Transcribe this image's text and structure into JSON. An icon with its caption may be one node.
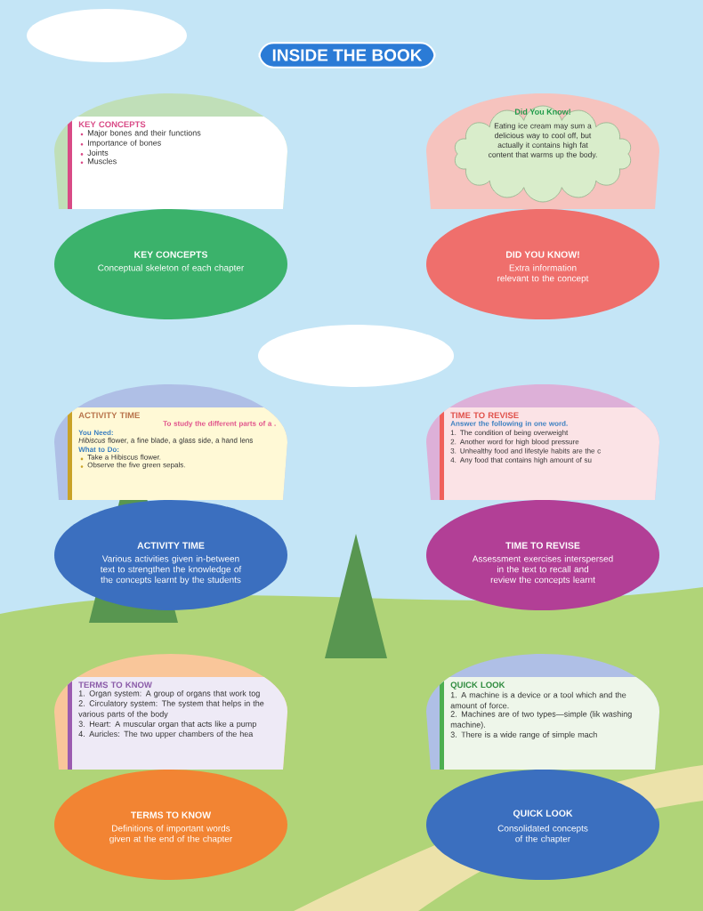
{
  "diagram": {
    "title": "INSIDE THE BOOK",
    "nodes": [
      {
        "text": [
          "KEY CONCEPTS",
          "Major bones and their functions",
          "Importance of bones",
          "Joints",
          "Muscles"
        ]
      },
      {
        "text": [
          "KEY CONCEPTS",
          "Conceptual skeleton of each chapter"
        ]
      },
      {
        "text": [
          "Did You Know!",
          "Eating ice cream may sum a delicious way to cool off, but actually it contains high fat content that warms up the body."
        ]
      },
      {
        "text": [
          "DID YOU KNOW!",
          "Extra information relevant to the concept"
        ]
      },
      {
        "text": [
          "ACTIVITY TIME",
          "To study the different parts of a .",
          "You Need:",
          "*Hibiscus* flower, a fine blade, a glass side, a hand lens",
          "What to Do:",
          "Take a Hibiscus flower.",
          "Observe the five green sepals."
        ]
      },
      {
        "text": [
          "ACTIVITY TIME",
          "Various activities given in-between text to strengthen the knowledge of the concepts learnt by the students"
        ]
      },
      {
        "text": [
          "TIME TO REVISE",
          "Answer the following in one word.",
          "1. The condition of being overweight",
          "2. Another word for high blood pressure",
          "3. Unhealthy food and lifestyle habits are the c",
          "4. Any food that contains high amount of su"
        ]
      },
      {
        "text": [
          "TIME TO REVISE",
          "Assessment exercises interspersed in the text to recall and review the concepts learnt"
        ]
      },
      {
        "text": [
          "TERMS TO KNOW",
          "1. Organ system: A group of organs that work tog",
          "2. Circulatory system: The system that helps in the various parts of the body",
          "3. Heart: A muscular organ that acts like a pump",
          "4. Auricles: The two upper chambers of the hea"
        ]
      },
      {
        "text": [
          "TERMS TO KNOW",
          "Definitions of important words given at the end of the chapter"
        ]
      },
      {
        "text": [
          "QUICK LOOK",
          "1. A machine is a device or a tool which and the amount of force.",
          "2. Machines are of two types—simple (lik washing machine).",
          "3. There is a wide range of simple mach"
        ]
      },
      {
        "text": [
          "QUICK LOOK",
          "Consolidated concepts of the chapter"
        ]
      }
    ]
  }
}
